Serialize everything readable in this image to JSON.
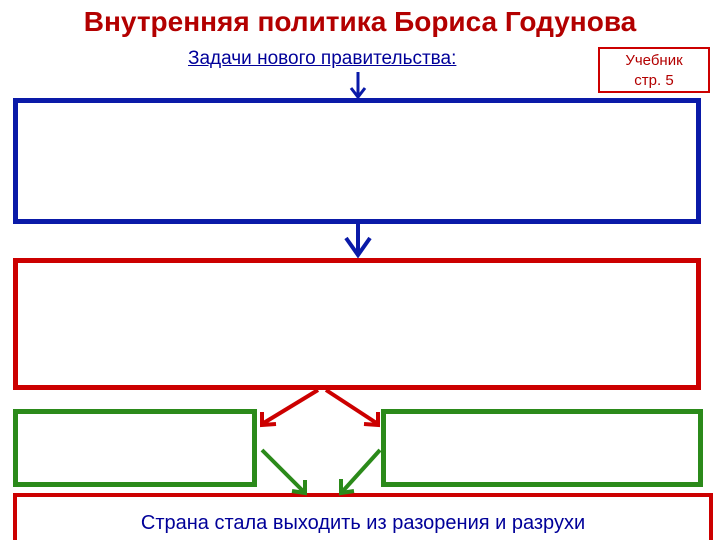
{
  "title": "Внутренняя политика Бориса Годунова",
  "subtitle": "Задачи нового правительства:",
  "textbook": {
    "line1": "Учебник",
    "line2": "стр. 5"
  },
  "result_text": "Страна стала выходить из разорения и разрухи",
  "colors": {
    "title": "#b30000",
    "blue": "#0a1aa8",
    "red": "#cc0000",
    "green": "#2b8a1a"
  }
}
